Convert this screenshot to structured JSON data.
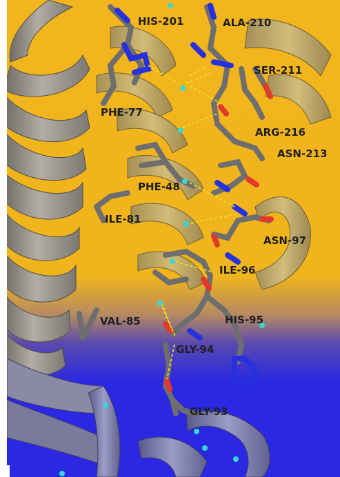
{
  "colors": {
    "background_top": "#f2b51d",
    "background_bottom": "#2a28e2",
    "ribbon": "#8d8a82",
    "stick_carbon": "#6e6e6e",
    "stick_nitrogen": "#2630dd",
    "stick_oxygen": "#e23a2a",
    "water": "#3ad7d2",
    "hbond": "#f0e020",
    "label": "#1f1f1f"
  },
  "residue_labels": {
    "his201": "HIS-201",
    "ala210": "ALA-210",
    "ser211": "SER-211",
    "phe77": "PHE-77",
    "arg216": "ARG-216",
    "asn213": "ASN-213",
    "phe48": "PHE-48",
    "ile81": "ILE-81",
    "asn97": "ASN-97",
    "ile96": "ILE-96",
    "val85": "VAL-85",
    "his95": "HIS-95",
    "gly94": "GLY-94",
    "gly93": "GLY-93"
  }
}
